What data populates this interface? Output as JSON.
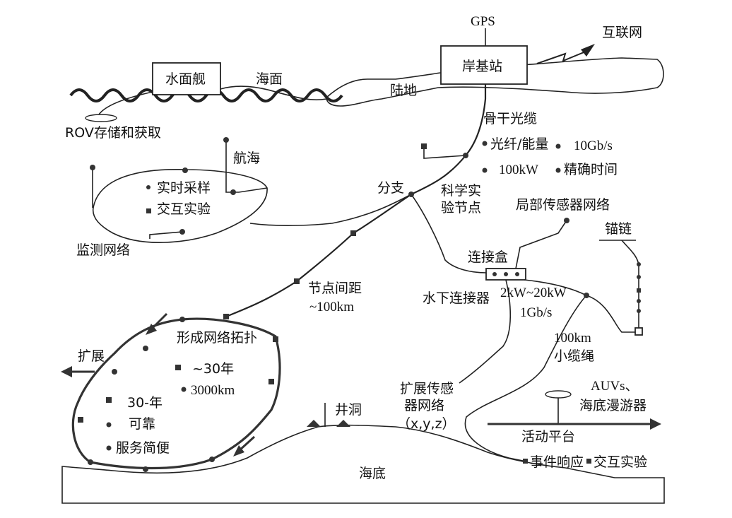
{
  "labels": {
    "gps": "GPS",
    "internet": "互联网",
    "shore_station": "岸基站",
    "surface_ship": "水面舰",
    "sea_surface": "海面",
    "land": "陆地",
    "rov": "ROV存储和获取",
    "backbone": "骨干光缆",
    "fiber_power": "光纤/能量",
    "bandwidth": "10Gb/s",
    "power": "100kW",
    "precise_time": "精确时间",
    "navigation": "航海",
    "realtime_sampling": "实时采样",
    "interactive_exp": "交互实验",
    "monitoring_net": "监测网络",
    "branch": "分支",
    "science_node_1": "科学实",
    "science_node_2": "验节点",
    "local_sensor_net": "局部传感器网络",
    "anchor_chain": "锚链",
    "junction_box": "连接盒",
    "underwater_connector": "水下连接器",
    "power_range": "2kW~20kW",
    "link_rate": "1Gb/s",
    "node_spacing_1": "节点间距",
    "node_spacing_2": "~100km",
    "topology": "形成网络拓扑",
    "expand": "扩展",
    "years_30a": "~30年",
    "length_3000": "3000km",
    "years_30b": "30-年",
    "reliable": "可靠",
    "easy_service": "服务简便",
    "cable_len_1": "100km",
    "cable_len_2": "小缆绳",
    "auvs_1": "AUVs、",
    "auvs_2": "海底漫游器",
    "borehole": "井洞",
    "ext_sensor_1": "扩展传感",
    "ext_sensor_2": "器网络",
    "ext_sensor_3": "（x,y,z）",
    "mobile_platform": "活动平台",
    "event_response": "事件响应",
    "interactive_exp_2": "交互实验",
    "seafloor": "海底"
  }
}
